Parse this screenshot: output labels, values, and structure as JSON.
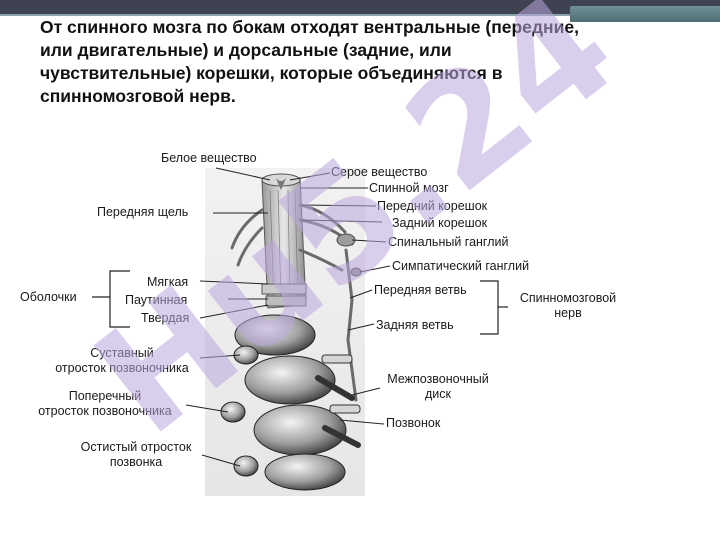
{
  "heading": {
    "line1": " От спинного мозга по бокам отходят вентральные (передние,",
    "line2": "или двигательные) и дорсальные (задние, или",
    "line3": "чувствительные) корешки, которые объединяются в",
    "line4": "спинномозговой нерв."
  },
  "labels": {
    "white_matter": "Белое вещество",
    "gray_matter": "Серое вещество",
    "spinal_cord": "Спинной мозг",
    "anterior_fissure": "Передняя щель",
    "anterior_root": "Передний корешок",
    "posterior_root": "Задний корешок",
    "spinal_ganglion": "Спинальный ганглий",
    "sympathetic_ganglion": "Симпатический ганглий",
    "soft": "Мягкая",
    "arachnoid": "Паутинная",
    "hard": "Твердая",
    "meninges": "Оболочки",
    "anterior_branch": "Передняя ветвь",
    "posterior_branch": "Задняя ветвь",
    "spinal_nerve_1": "Спинномозговой",
    "spinal_nerve_2": "нерв",
    "articular_1": "Суставный",
    "articular_2": "отросток позвоночника",
    "transverse_1": "Поперечный",
    "transverse_2": "отросток позвоночника",
    "spinous_1": "Остистый отросток",
    "spinous_2": "позвонка",
    "disc_1": "Межпозвоночный",
    "disc_2": "диск",
    "vertebra": "Позвонок"
  },
  "watermark": "Hu5.24",
  "colors": {
    "topbar": "#3f4250",
    "accent": "#5f7f85",
    "watermark": "#b9a6dc"
  }
}
